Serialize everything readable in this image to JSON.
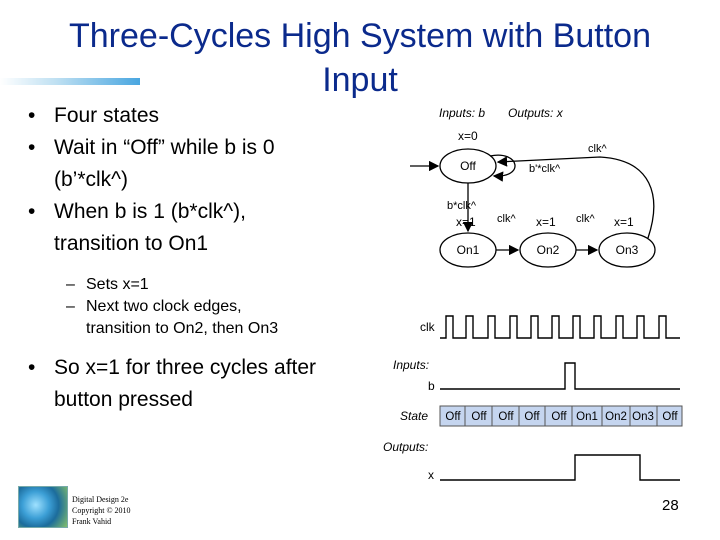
{
  "slide": {
    "title_line1": "Three-Cycles High System with Button",
    "title_line2": "Input",
    "bullets": [
      "Four states",
      "Wait in “Off” while b is 0",
      "(b’*clk^)",
      "When b is 1 (b*clk^),",
      "transition to On1",
      "So x=1 for three cycles after",
      "button pressed"
    ],
    "sub_bullets": [
      "Sets x=1",
      "Next two clock edges,",
      "transition to On2, then On3"
    ],
    "footer": [
      "Digital Design 2e",
      "Copyright © 2010",
      "Frank Vahid"
    ],
    "page_number": "28"
  },
  "fsm": {
    "inputs_label": "Inputs: b",
    "outputs_label": "Outputs: x",
    "states": [
      {
        "name": "Off",
        "output": "x=0"
      },
      {
        "name": "On1",
        "output": "x=1"
      },
      {
        "name": "On2",
        "output": "x=1"
      },
      {
        "name": "On3",
        "output": "x=1"
      }
    ],
    "transitions": {
      "off_self": "b'*clk^",
      "off_to_on1": "b*clk^",
      "on1_to_on2": "clk^",
      "on2_to_on3": "clk^",
      "on3_to_off": "clk^"
    }
  },
  "timing": {
    "clk_label": "clk",
    "inputs_label": "Inputs:",
    "b_label": "b",
    "state_label": "State",
    "outputs_label": "Outputs:",
    "x_label": "x",
    "state_sequence": [
      "Off",
      "Off",
      "Off",
      "Off",
      "Off",
      "On1",
      "On2",
      "On3",
      "Off"
    ]
  }
}
